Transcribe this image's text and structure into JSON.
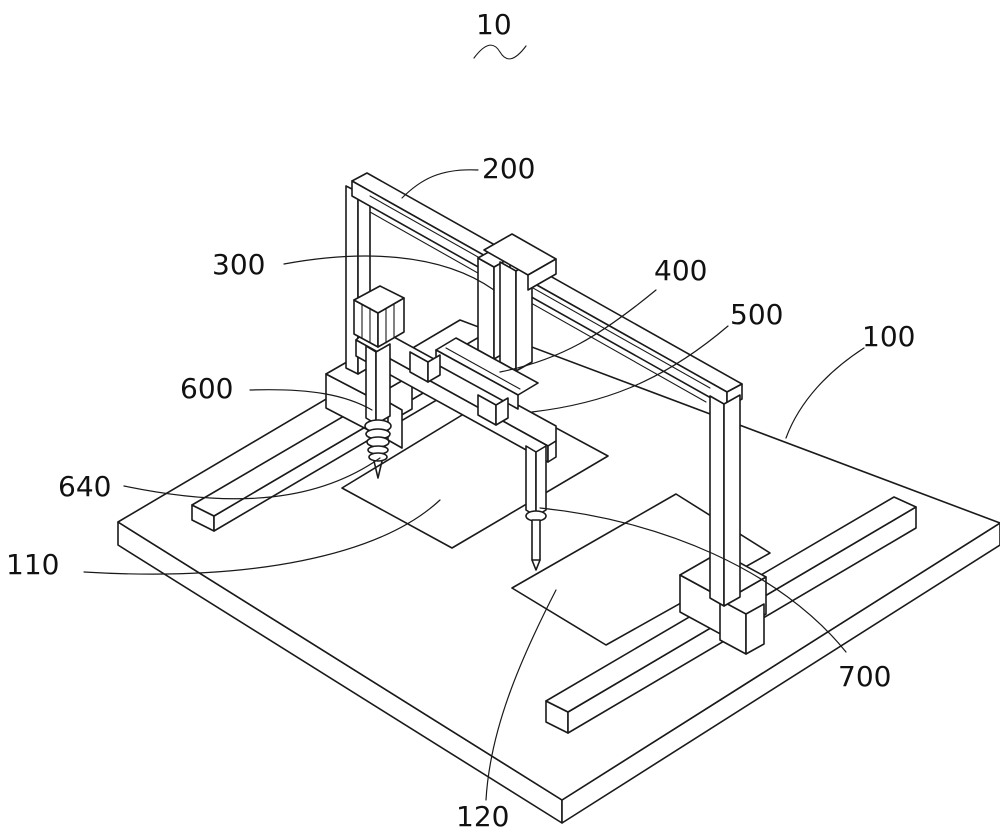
{
  "figure": {
    "reference_numeral": "10",
    "labels": {
      "base": "100",
      "area_first": "110",
      "area_second": "120",
      "gantry": "200",
      "vertical_slide": "300",
      "slider": "400",
      "crossbeam": "500",
      "dispensing_unit": "600",
      "needle_spring": "640",
      "probe": "700"
    }
  },
  "colors": {
    "line": "#1a1a1a",
    "background": "#ffffff"
  }
}
